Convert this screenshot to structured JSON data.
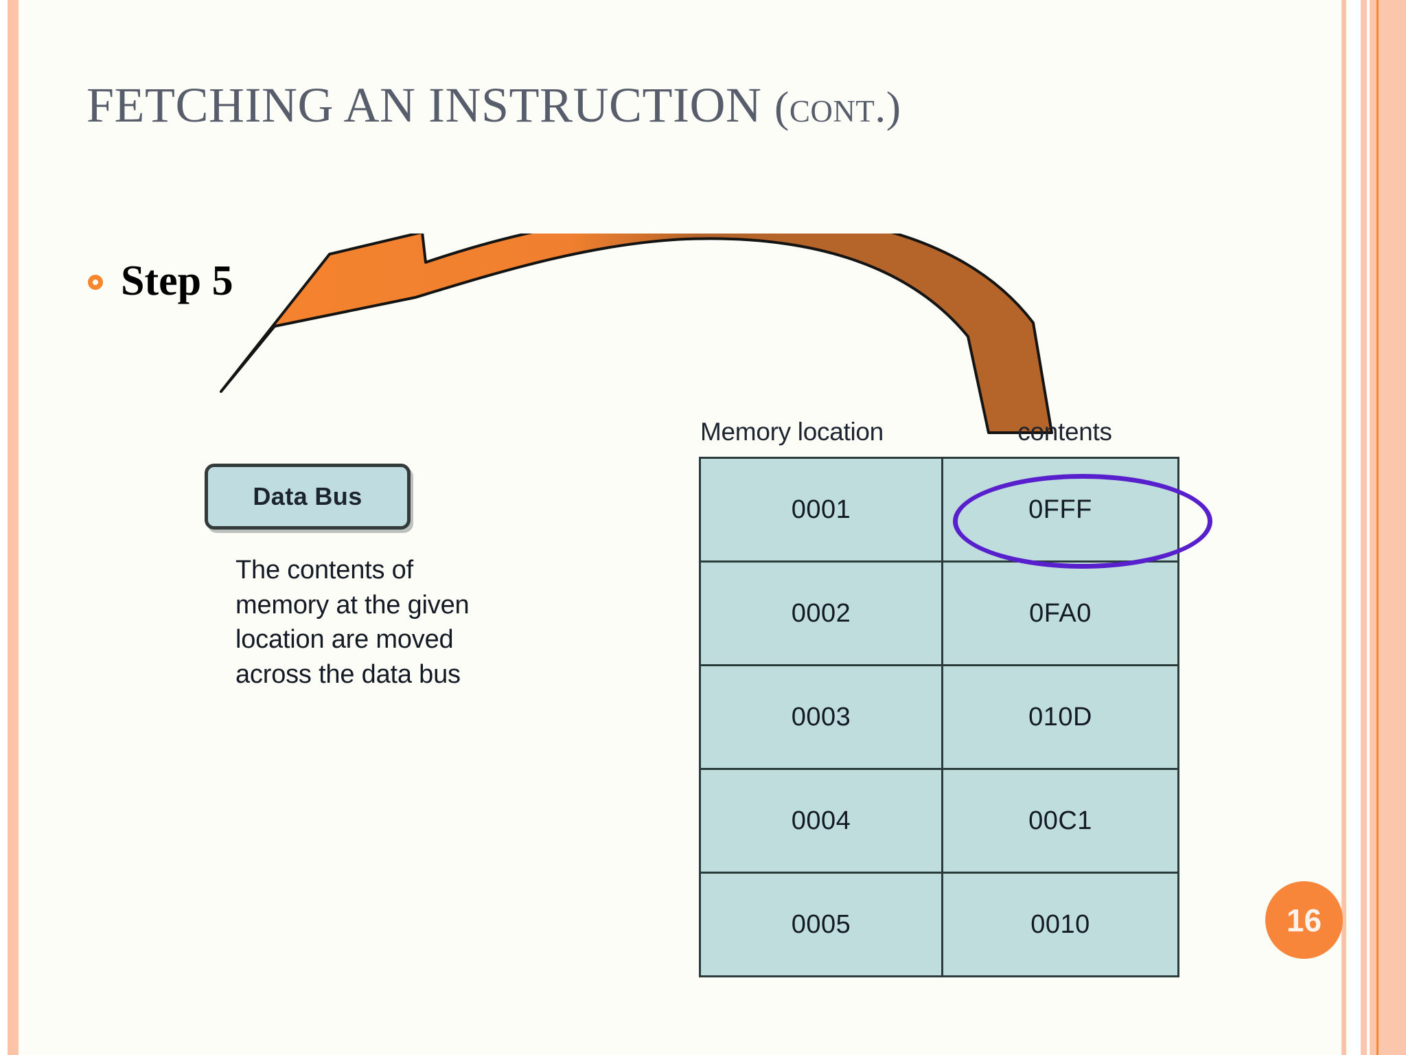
{
  "slide": {
    "title_main": "FETCHING AN INSTRUCTION ",
    "title_cont": "(cont.)",
    "page_number": "16",
    "accent_orange": "#f5882f",
    "arrow_head_color": "#f5832f",
    "arrow_tail_color": "#b5642a",
    "highlight_color": "#5820cc",
    "table_fill": "#bfdddd",
    "title_color": "#575d6b",
    "stripe_peach": "#fcc3a6"
  },
  "bullet": {
    "label": "Step 5"
  },
  "diagram": {
    "databus_label": "Data Bus",
    "description": "The contents of memory at the given location are moved across the data bus",
    "headers": {
      "location": "Memory location",
      "contents": "contents"
    },
    "rows": [
      {
        "location": "0001",
        "contents": "0FFF",
        "highlighted": true
      },
      {
        "location": "0002",
        "contents": "0FA0",
        "highlighted": false
      },
      {
        "location": "0003",
        "contents": "010D",
        "highlighted": false
      },
      {
        "location": "0004",
        "contents": "00C1",
        "highlighted": false
      },
      {
        "location": "0005",
        "contents": "0010",
        "highlighted": false
      }
    ]
  }
}
